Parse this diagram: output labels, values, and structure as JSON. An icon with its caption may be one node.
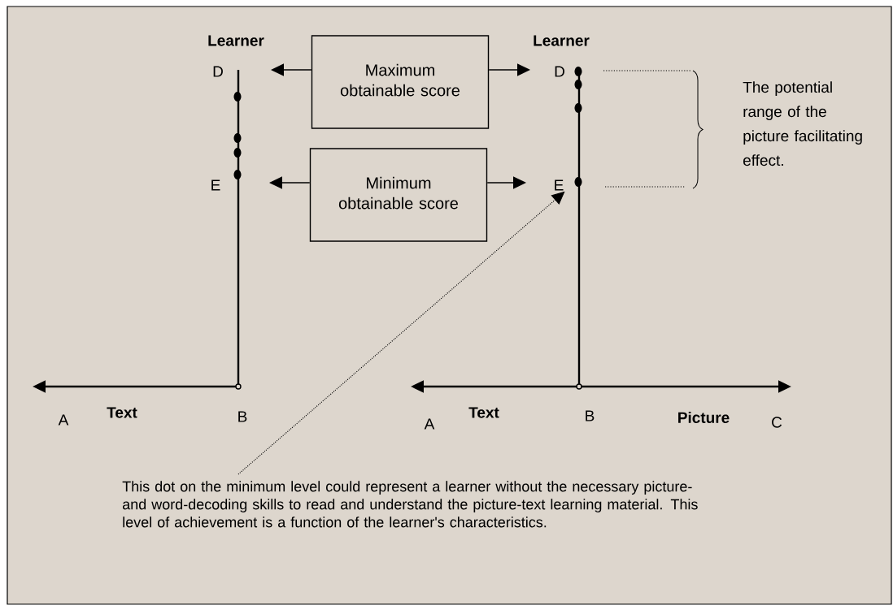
{
  "diagram": {
    "nodes": [
      {
        "text": [
          "Maximum obtainable score"
        ]
      },
      {
        "text": [
          "Minimum obtainable score"
        ]
      },
      {
        "text": [
          "E"
        ]
      },
      {
        "text": [
          "This dot on the minimum level could represent a learner without the necessary picture- and word-decoding skills to read and understand the picture-text learning material. This level of achievement is a function of the learner's characteristics."
        ]
      }
    ],
    "edges": [
      {
        "from": 0,
        "to": null,
        "arrow": "to"
      },
      {
        "from": 0,
        "to": null,
        "arrow": "to"
      },
      {
        "from": 1,
        "to": null,
        "arrow": "to"
      },
      {
        "from": 1,
        "to": null,
        "arrow": "to"
      },
      {
        "from": 3,
        "to": 2,
        "arrow": "to",
        "style": "dashed"
      }
    ],
    "labels": [
      "Learner",
      "D",
      "E",
      "A",
      "Text",
      "B",
      "Learner",
      "D",
      "A",
      "Text",
      "B",
      "Picture",
      "C",
      "The potential range of the picture facilitating effect."
    ]
  }
}
